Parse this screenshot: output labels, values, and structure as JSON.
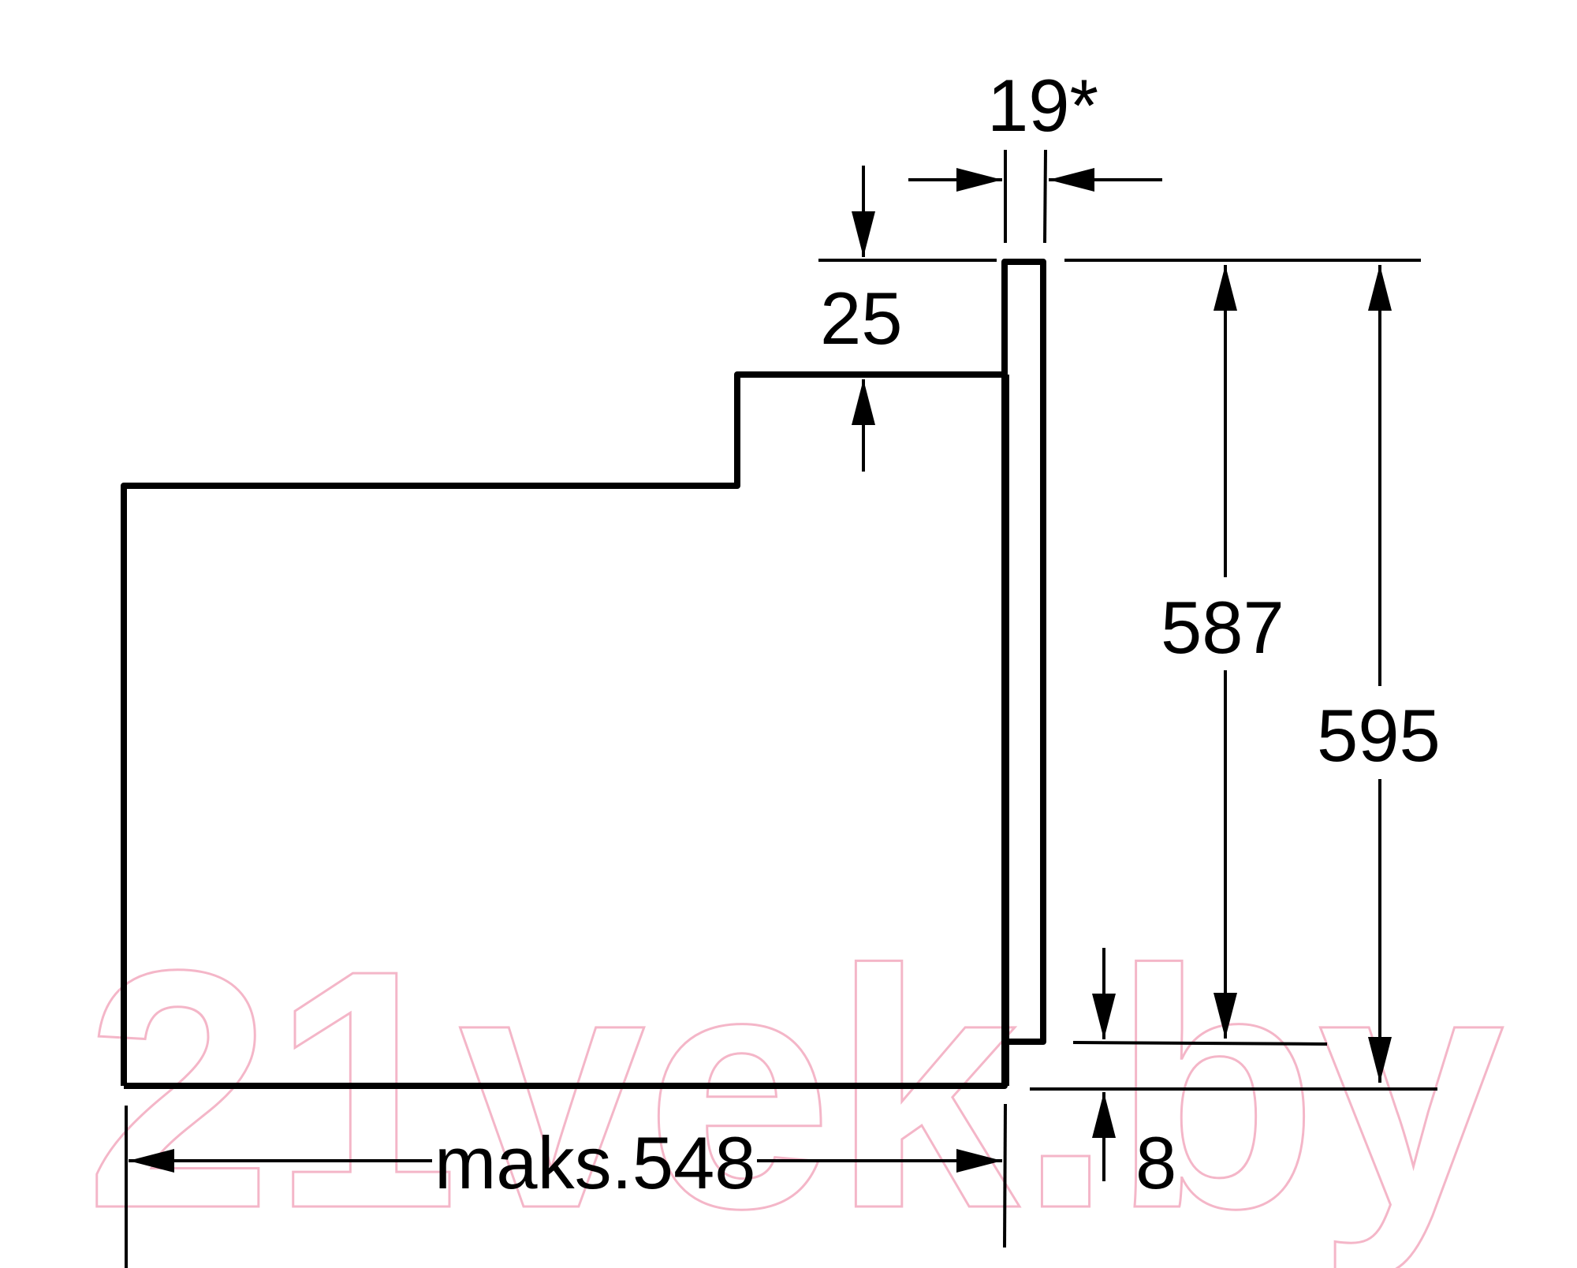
{
  "watermark": {
    "text": "21vek.by",
    "color": "#f4b6c8"
  },
  "colors": {
    "line": "#000000",
    "background": "#ffffff"
  },
  "dimensions": {
    "door_thickness": "19*",
    "top_offset": "25",
    "inner_height": "587",
    "total_height": "595",
    "bottom_offset": "8",
    "depth": "maks.548"
  }
}
